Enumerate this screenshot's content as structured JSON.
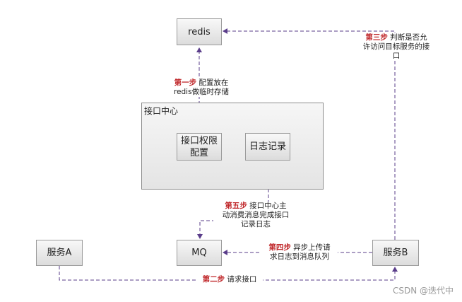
{
  "nodes": {
    "redis": "redis",
    "interface_center": "接口中心",
    "permission_config": "接口权限\n配置",
    "log_record": "日志记录",
    "mq": "MQ",
    "service_a": "服务A",
    "service_b": "服务B"
  },
  "steps": {
    "step1": {
      "label": "第一步",
      "text1": "配置放在",
      "text2": "redis做临时存储"
    },
    "step2": {
      "label": "第二步",
      "text1": "请求接口"
    },
    "step3": {
      "label": "第三步",
      "text1": "判断是否允",
      "text2": "许访问目标服务的接",
      "text3": "口"
    },
    "step4": {
      "label": "第四步",
      "text1": "异步上传请",
      "text2": "求日志到消息队列"
    },
    "step5": {
      "label": "第五步",
      "text1": "接口中心主",
      "text2": "动消费消息完成接口",
      "text3": "记录日志"
    }
  },
  "watermark": "CSDN @迭代中",
  "colors": {
    "arrow": "#5a3d8a",
    "step_label": "#c0282b",
    "box_border": "#9a9a9a"
  }
}
